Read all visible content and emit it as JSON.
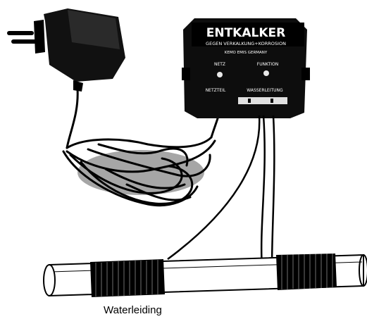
{
  "device": {
    "title": "ENTKALKER",
    "subtitle": "GEGEN VERKALKUNG+KORROSION",
    "brand": "KEMO EMIS GERMANY",
    "label_power": "NETZ",
    "label_function": "FUNKTION",
    "label_adapter": "NETZTEIL",
    "label_water": "WASSERLEITUNG"
  },
  "caption": "Waterleiding",
  "colors": {
    "ink": "#000000",
    "paper": "#ffffff"
  }
}
